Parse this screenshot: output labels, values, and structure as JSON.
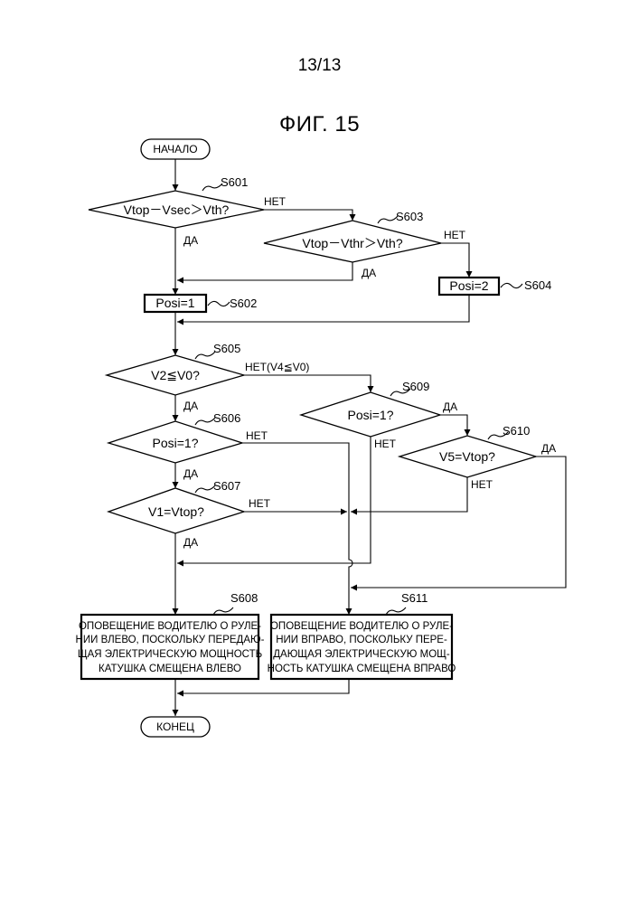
{
  "page_number": "13/13",
  "figure_title": "ФИГ. 15",
  "nodes": {
    "start": {
      "label": "НАЧАЛО"
    },
    "end": {
      "label": "КОНЕЦ"
    },
    "s601": {
      "step": "S601",
      "text": "Vtop－Vsec＞Vth?"
    },
    "s603": {
      "step": "S603",
      "text": "Vtop－Vthr＞Vth?"
    },
    "s602": {
      "step": "S602",
      "text": "Posi=1"
    },
    "s604": {
      "step": "S604",
      "text": "Posi=2"
    },
    "s605": {
      "step": "S605",
      "text": "V2≦V0?"
    },
    "s606": {
      "step": "S606",
      "text": "Posi=1?"
    },
    "s607": {
      "step": "S607",
      "text": "V1=Vtop?"
    },
    "s609": {
      "step": "S609",
      "text": "Posi=1?"
    },
    "s610": {
      "step": "S610",
      "text": "V5=Vtop?"
    },
    "s608": {
      "step": "S608",
      "lines": [
        "ОПОВЕЩЕНИЕ ВОДИТЕЛЮ О РУЛЕ-",
        "НИИ ВЛЕВО, ПОСКОЛЬКУ ПЕРЕДАЮ-",
        "ЩАЯ ЭЛЕКТРИЧЕСКУЮ МОЩНОСТЬ",
        "КАТУШКА СМЕЩЕНА ВЛЕВО"
      ]
    },
    "s611": {
      "step": "S611",
      "lines": [
        "ОПОВЕЩЕНИЕ ВОДИТЕЛЮ О РУЛЕ-",
        "НИИ ВПРАВО, ПОСКОЛЬКУ ПЕРЕ-",
        "ДАЮЩАЯ ЭЛЕКТРИЧЕСКУЮ МОЩ-",
        "НОСТЬ КАТУШКА СМЕЩЕНА ВПРАВО"
      ]
    }
  },
  "edge_labels": {
    "s601_no": "НЕТ",
    "s601_yes": "ДА",
    "s603_no": "НЕТ",
    "s603_yes": "ДА",
    "s605_no": "НЕТ(V4≦V0)",
    "s605_yes": "ДА",
    "s606_no": "НЕТ",
    "s606_yes": "ДА",
    "s607_no": "НЕТ",
    "s607_yes": "ДА",
    "s609_yes": "ДА",
    "s609_no": "НЕТ",
    "s610_yes": "ДА",
    "s610_no": "НЕТ"
  }
}
